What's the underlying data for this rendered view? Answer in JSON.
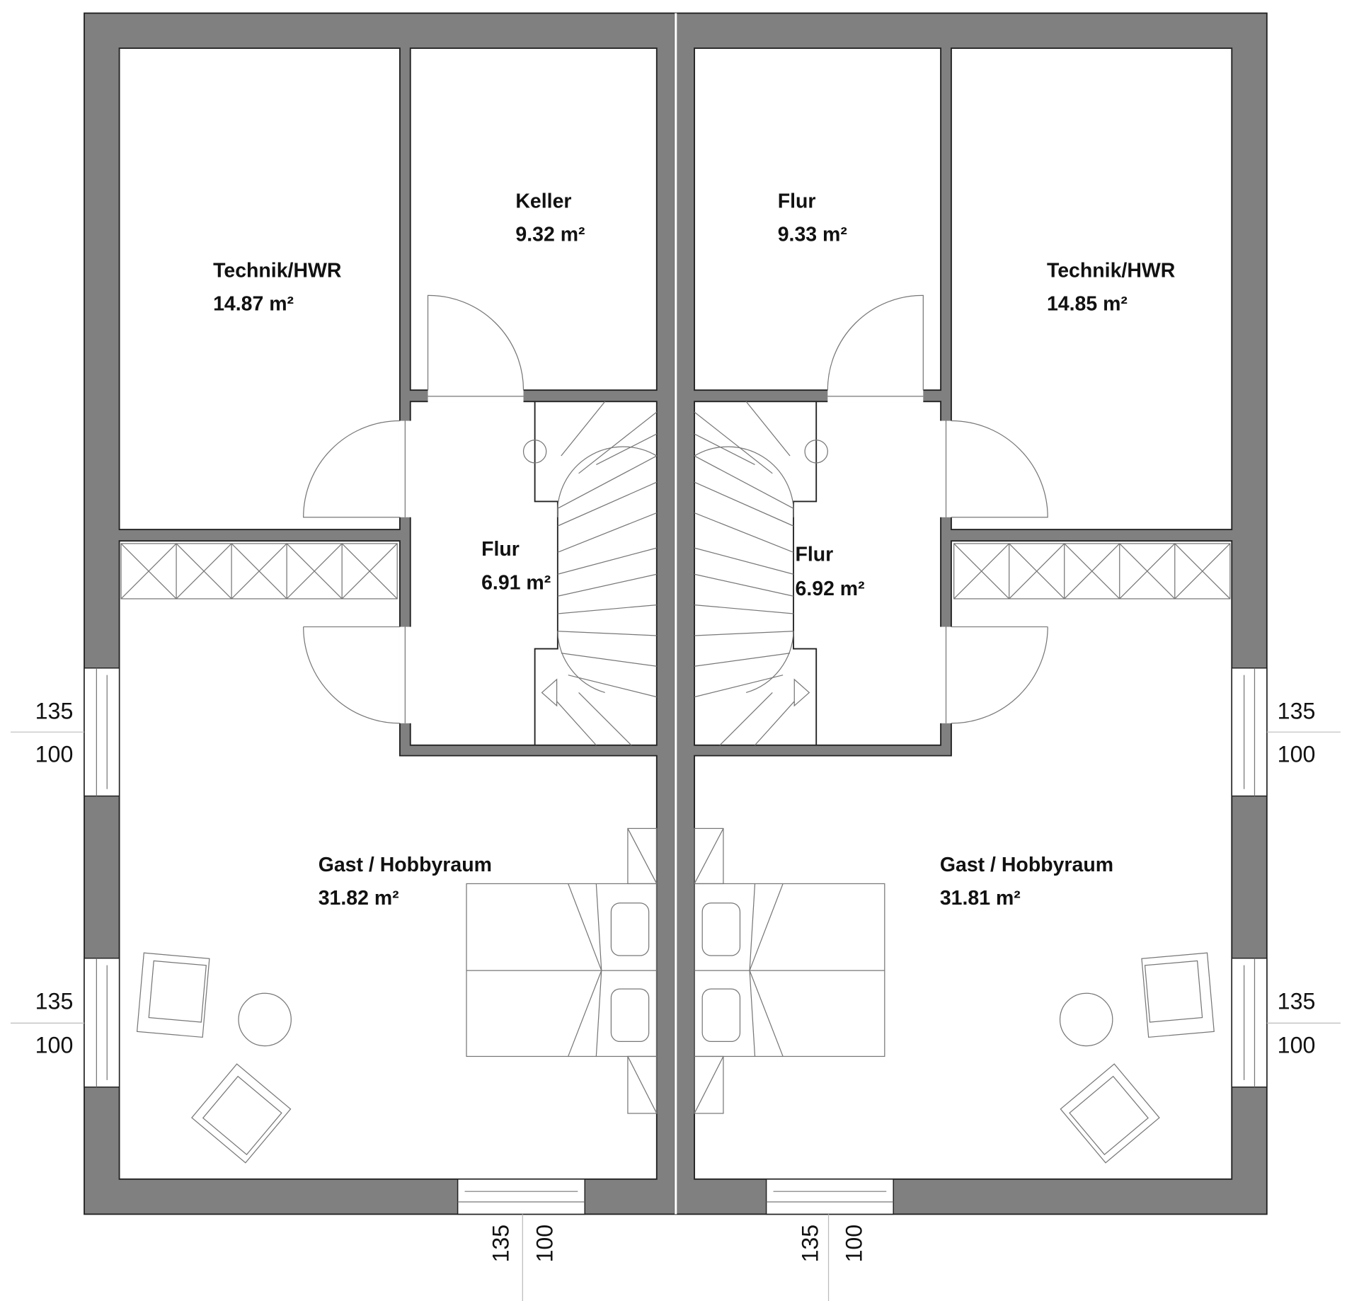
{
  "colors": {
    "wall": "#808080",
    "outline": "#222222",
    "background": "#ffffff"
  },
  "left_unit": {
    "rooms": [
      {
        "name": "Technik/HWR",
        "area": "14.87 m²"
      },
      {
        "name": "Keller",
        "area": "9.32 m²"
      },
      {
        "name": "Flur",
        "area": "6.91 m²"
      },
      {
        "name": "Gast / Hobbyraum",
        "area": "31.82 m²"
      }
    ],
    "windows": [
      {
        "top": "135",
        "bottom": "100"
      },
      {
        "top": "135",
        "bottom": "100"
      },
      {
        "top": "135",
        "bottom": "100"
      }
    ]
  },
  "right_unit": {
    "rooms": [
      {
        "name": "Flur",
        "area": "9.33 m²"
      },
      {
        "name": "Technik/HWR",
        "area": "14.85 m²"
      },
      {
        "name": "Flur",
        "area": "6.92 m²"
      },
      {
        "name": "Gast / Hobbyraum",
        "area": "31.81 m²"
      }
    ],
    "windows": [
      {
        "top": "135",
        "bottom": "100"
      },
      {
        "top": "135",
        "bottom": "100"
      },
      {
        "top": "135",
        "bottom": "100"
      }
    ]
  }
}
